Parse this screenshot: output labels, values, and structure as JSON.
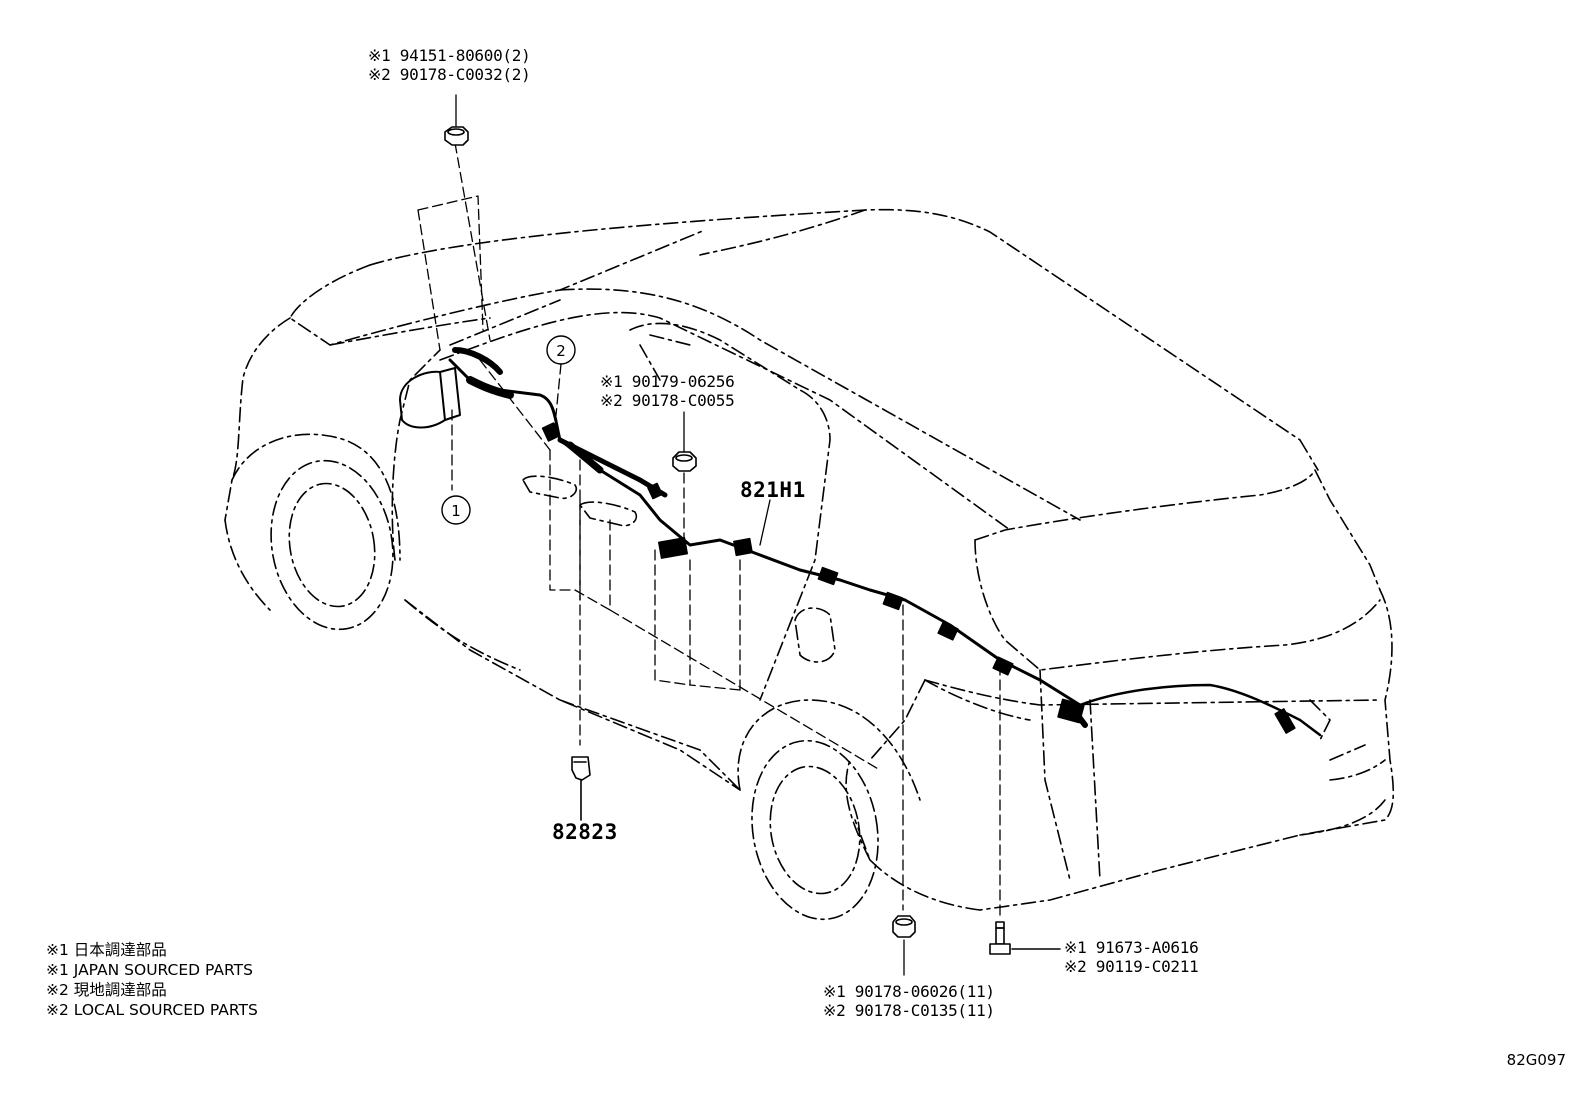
{
  "callouts": {
    "top_left": {
      "line1": "※1 94151-80600(2)",
      "line2": "※2 90178-C0032(2)"
    },
    "mid": {
      "line1": "※1 90179-06256",
      "line2": "※2 90178-C0055"
    },
    "bottom_center": {
      "line1": "※1 90178-06026(11)",
      "line2": "※2 90178-C0135(11)"
    },
    "bottom_right": {
      "line1": "※1 91673-A0616",
      "line2": "※2 90119-C0211"
    }
  },
  "part_numbers": {
    "harness": "821H1",
    "clip": "82823"
  },
  "markers": {
    "one": "1",
    "two": "2"
  },
  "legend": [
    "※1 日本調達部品",
    "※1 JAPAN SOURCED PARTS",
    "※2 現地調達部品",
    "※2 LOCAL SOURCED PARTS"
  ],
  "diagram_code": "82G097",
  "colors": {
    "ink": "#000000",
    "background": "#ffffff"
  }
}
